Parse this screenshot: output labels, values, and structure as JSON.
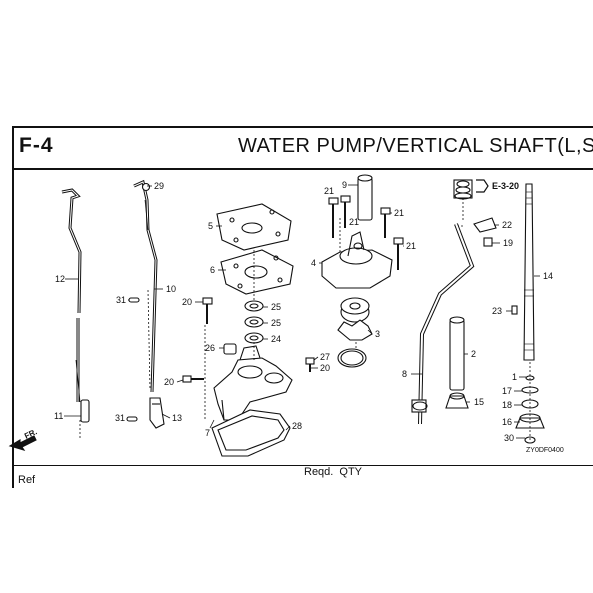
{
  "header": {
    "code": "F-4",
    "title": "WATER PUMP/VERTICAL SHAFT(L,S"
  },
  "footer": {
    "ref": "Ref",
    "qty": "Reqd. QTY"
  },
  "diagram": {
    "drawing_id": "ZY0DF0400",
    "cross_ref": "E-3-20",
    "direction": "FR.",
    "callouts": {
      "c29": "29",
      "c12": "12",
      "c10": "10",
      "c31a": "31",
      "c11": "11",
      "c31b": "31",
      "c13": "13",
      "c5": "5",
      "c6": "6",
      "c20a": "20",
      "c25a": "25",
      "c25b": "25",
      "c24": "24",
      "c26": "26",
      "c20b": "20",
      "c7": "7",
      "c28": "28",
      "c9": "9",
      "c21a": "21",
      "c21b": "21",
      "c21c": "21",
      "c21d": "21",
      "c4": "4",
      "c3": "3",
      "c27": "27",
      "c20c": "20",
      "c8": "8",
      "c2": "2",
      "c15": "15",
      "c22": "22",
      "c19": "19",
      "c14": "14",
      "c23": "23",
      "c1": "1",
      "c17": "17",
      "c18": "18",
      "c16": "16",
      "c30": "30"
    }
  }
}
